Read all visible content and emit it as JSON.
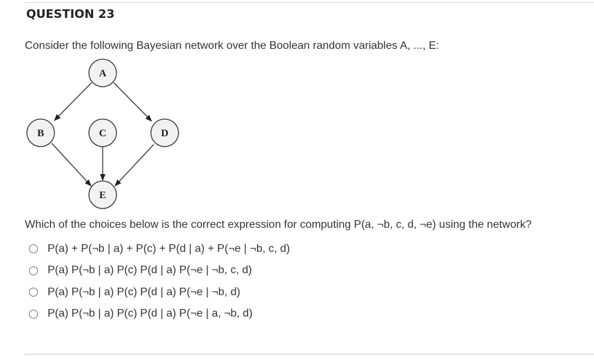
{
  "question": {
    "title": "QUESTION 23",
    "prompt": "Consider the following Bayesian network over the Boolean random variables A, ..., E:",
    "ask": "Which of the choices below is the correct expression for computing P(a, ¬b, c, d, ¬e) using the network?"
  },
  "network": {
    "nodes": [
      {
        "id": "A",
        "label": "A"
      },
      {
        "id": "B",
        "label": "B"
      },
      {
        "id": "C",
        "label": "C"
      },
      {
        "id": "D",
        "label": "D"
      },
      {
        "id": "E",
        "label": "E"
      }
    ],
    "edges": [
      {
        "from": "A",
        "to": "B"
      },
      {
        "from": "A",
        "to": "D"
      },
      {
        "from": "B",
        "to": "E"
      },
      {
        "from": "C",
        "to": "E"
      },
      {
        "from": "D",
        "to": "E"
      }
    ]
  },
  "choices": [
    "P(a) + P(¬b | a) + P(c) + P(d | a) + P(¬e | ¬b, c, d)",
    "P(a) P(¬b | a) P(c) P(d | a) P(¬e | ¬b, c, d)",
    "P(a) P(¬b | a) P(c) P(d | a) P(¬e | ¬b, d)",
    "P(a) P(¬b | a) P(c) P(d | a) P(¬e | a, ¬b, d)"
  ]
}
